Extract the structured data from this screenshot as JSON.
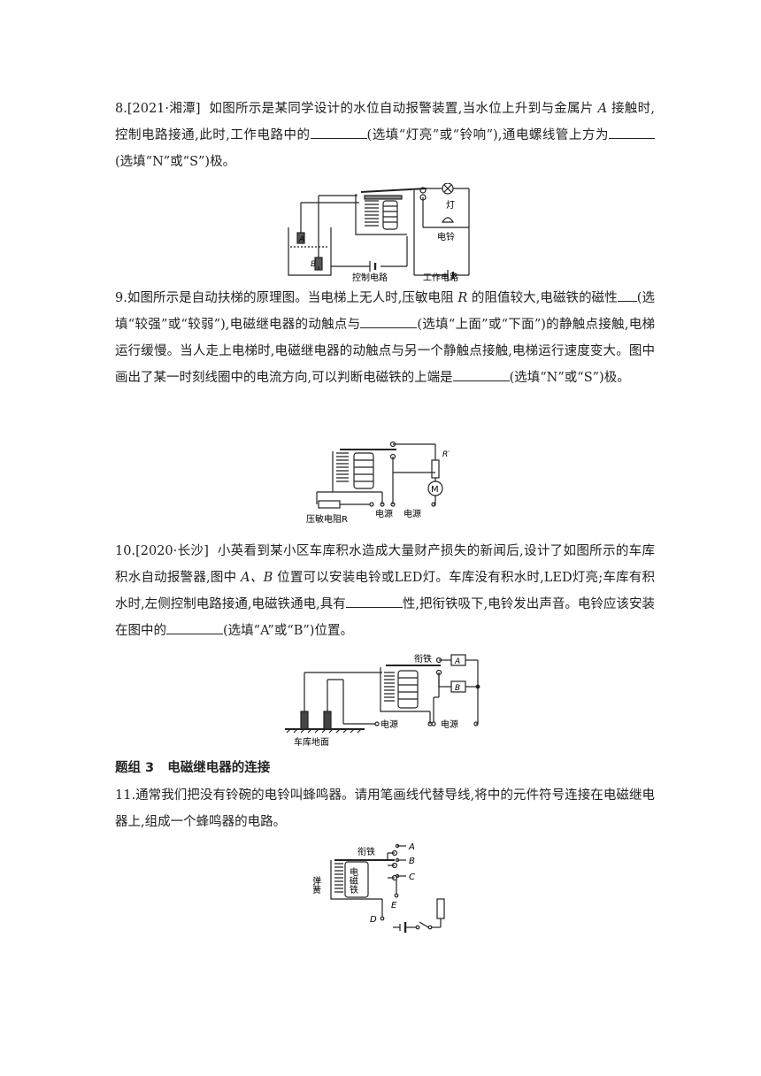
{
  "q8": {
    "number": "8.",
    "source": "[2021·湘潭]",
    "t1": "如图所示是某同学设计的水位自动报警装置,当水位上升到与金属片",
    "var_a": "A",
    "t2": "接触时,控制电路接通,此时,工作电路中的",
    "t3": "(选填“灯亮”或“铃响”),通电螺线管上方为",
    "t4": "(选填“N”或“S”)极。",
    "fig": {
      "label_a": "A",
      "label_b": "B",
      "control": "控制电路",
      "work": "工作电路",
      "lamp": "灯",
      "bell": "电铃"
    }
  },
  "q9": {
    "number": "9.",
    "t1": "如图所示是自动扶梯的原理图。当电梯上无人时,压敏电阻",
    "var_r": "R",
    "t2": "的阻值较大,电磁铁的磁性",
    "t3": "(选填“较强”或“较弱”),电磁继电器的动触点与",
    "t4": "(选填“上面”或“下面”)的静触点接触,电梯运行缓慢。当人走上电梯时,电磁继电器的动触点与另一个静触点接触,电梯运行速度变大。图中画出了某一时刻线圈中的电流方向,可以判断电磁铁的上端是",
    "t5": "(选填“N”或“S”)极。",
    "fig": {
      "r_prime": "R′",
      "motor": "M",
      "source1": "电源",
      "source2": "电源",
      "sensor": "压敏电阻R"
    }
  },
  "q10": {
    "number": "10.",
    "source": "[2020·长沙]",
    "t1": "小英看到某小区车库积水造成大量财产损失的新闻后,设计了如图所示的车库积水自动报警器,图中",
    "var_ab": "A、B",
    "t2": "位置可以安装电铃或LED灯。车库没有积水时,LED灯亮;车库有积水时,左侧控制电路接通,电磁铁通电,具有",
    "t3": "性,把衔铁吸下,电铃发出声音。电铃应该安装在图中的",
    "t4": "(选填“A”或“B”)位置。",
    "fig": {
      "armature": "衔铁",
      "label_a": "A",
      "label_b": "B",
      "source1": "电源",
      "source2": "电源",
      "ground": "车库地面"
    }
  },
  "group3": {
    "label": "题组 3",
    "title": "电磁继电器的连接"
  },
  "q11": {
    "number": "11.",
    "t1": "通常我们把没有铃碗的电铃叫蜂鸣器。请用笔画线代替导线,将中的元件符号连接在电磁继电器上,组成一个蜂鸣器的电路。",
    "fig": {
      "armature": "衔铁",
      "spring": "弹簧",
      "magnet": "电磁铁",
      "a": "A",
      "b": "B",
      "c": "C",
      "d": "D",
      "e": "E"
    }
  }
}
